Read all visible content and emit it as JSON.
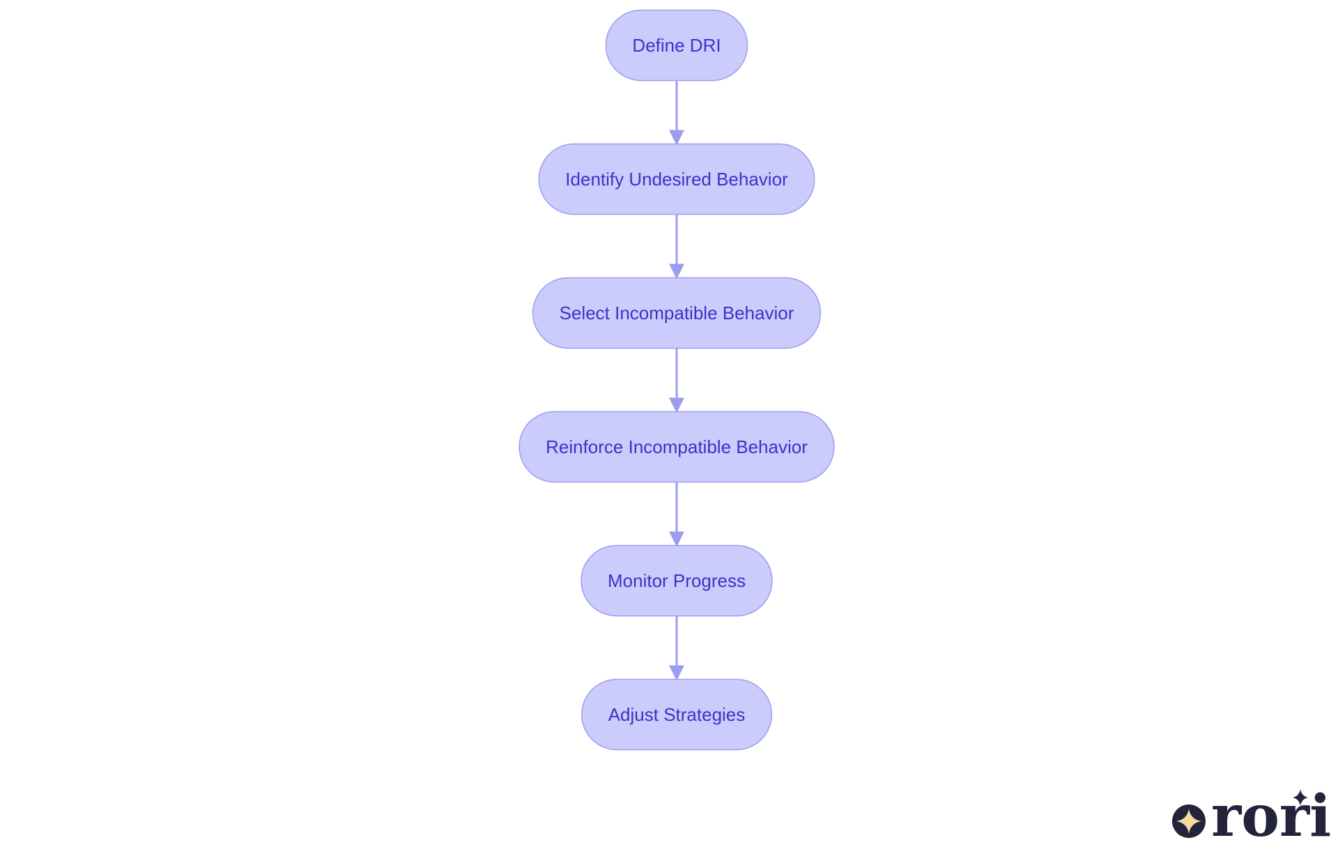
{
  "colors": {
    "background": "#ffffff",
    "node_fill": "#cbcbfc",
    "node_stroke": "#9d9df0",
    "node_text": "#3b33c8",
    "edge": "#9d9df0",
    "logo_dark": "#23233a",
    "logo_accent": "#f6dba0"
  },
  "diagram": {
    "nodes": [
      {
        "id": "n1",
        "label": "Define DRI"
      },
      {
        "id": "n2",
        "label": "Identify Undesired Behavior"
      },
      {
        "id": "n3",
        "label": "Select Incompatible Behavior"
      },
      {
        "id": "n4",
        "label": "Reinforce Incompatible Behavior"
      },
      {
        "id": "n5",
        "label": "Monitor Progress"
      },
      {
        "id": "n6",
        "label": "Adjust Strategies"
      }
    ],
    "edges": [
      {
        "from": "n1",
        "to": "n2"
      },
      {
        "from": "n2",
        "to": "n3"
      },
      {
        "from": "n3",
        "to": "n4"
      },
      {
        "from": "n4",
        "to": "n5"
      },
      {
        "from": "n5",
        "to": "n6"
      }
    ]
  },
  "logo": {
    "text": "rori",
    "icon": "sparkle-circle-icon",
    "accent_icon": "sparkle-icon"
  }
}
